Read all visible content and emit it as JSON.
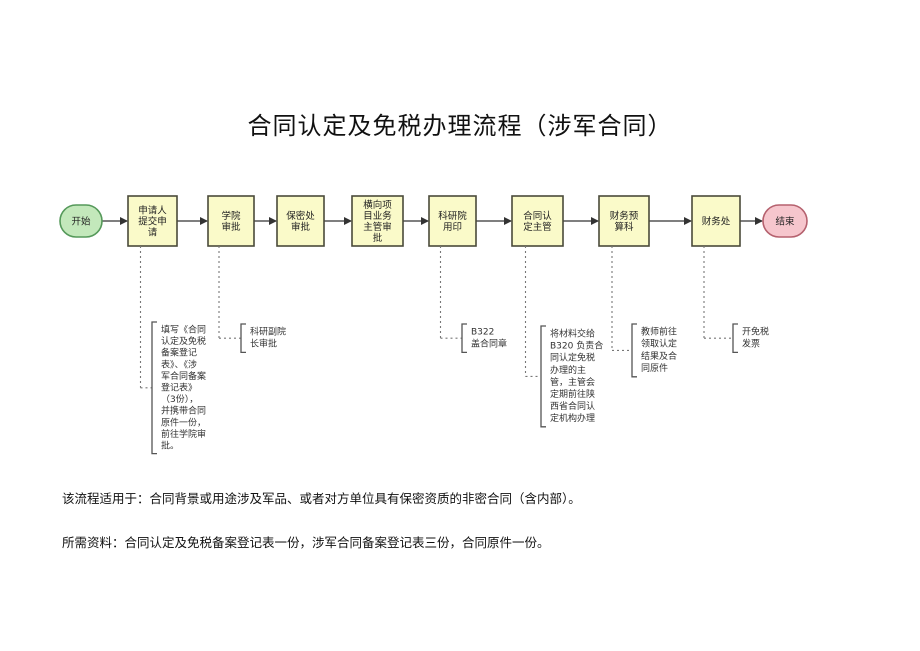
{
  "title": "合同认定及免税办理流程（涉军合同）",
  "flow": {
    "start": "开始",
    "end": "结束",
    "steps": [
      {
        "id": "s1",
        "lines": [
          "申请人",
          "提交申",
          "请"
        ]
      },
      {
        "id": "s2",
        "lines": [
          "学院",
          "审批"
        ]
      },
      {
        "id": "s3",
        "lines": [
          "保密处",
          "审批"
        ]
      },
      {
        "id": "s4",
        "lines": [
          "横向项",
          "目业务",
          "主管审",
          "批"
        ]
      },
      {
        "id": "s5",
        "lines": [
          "科研院",
          "用印"
        ]
      },
      {
        "id": "s6",
        "lines": [
          "合同认",
          "定主管"
        ]
      },
      {
        "id": "s7",
        "lines": [
          "财务预",
          "算科"
        ]
      },
      {
        "id": "s8",
        "lines": [
          "财务处"
        ]
      }
    ],
    "notes": [
      {
        "step": "s1",
        "lines": [
          "填写《合同",
          "认定及免税",
          "备案登记",
          "表》、《涉",
          "军合同备案",
          "登记表》",
          "（3份），",
          "并携带合同",
          "原件一份，",
          "前往学院审",
          "批。"
        ]
      },
      {
        "step": "s2",
        "lines": [
          "科研副院",
          "长审批"
        ]
      },
      {
        "step": "s5",
        "lines": [
          "B322",
          "盖合同章"
        ]
      },
      {
        "step": "s6",
        "lines": [
          "将材料交给",
          "B320 负责合",
          "同认定免税",
          "办理的主",
          "管，主管会",
          "定期前往陕",
          "西省合同认",
          "定机构办理"
        ]
      },
      {
        "step": "s7",
        "lines": [
          "教师前往",
          "领取认定",
          "结果及合",
          "同原件"
        ]
      },
      {
        "step": "s8",
        "lines": [
          "开免税",
          "发票"
        ]
      }
    ]
  },
  "footnotes": {
    "scope": "该流程适用于：合同背景或用途涉及军品、或者对方单位具有保密资质的非密合同（含内部）。",
    "materials": "所需资料：合同认定及免税备案登记表一份，涉军合同备案登记表三份，合同原件一份。"
  }
}
